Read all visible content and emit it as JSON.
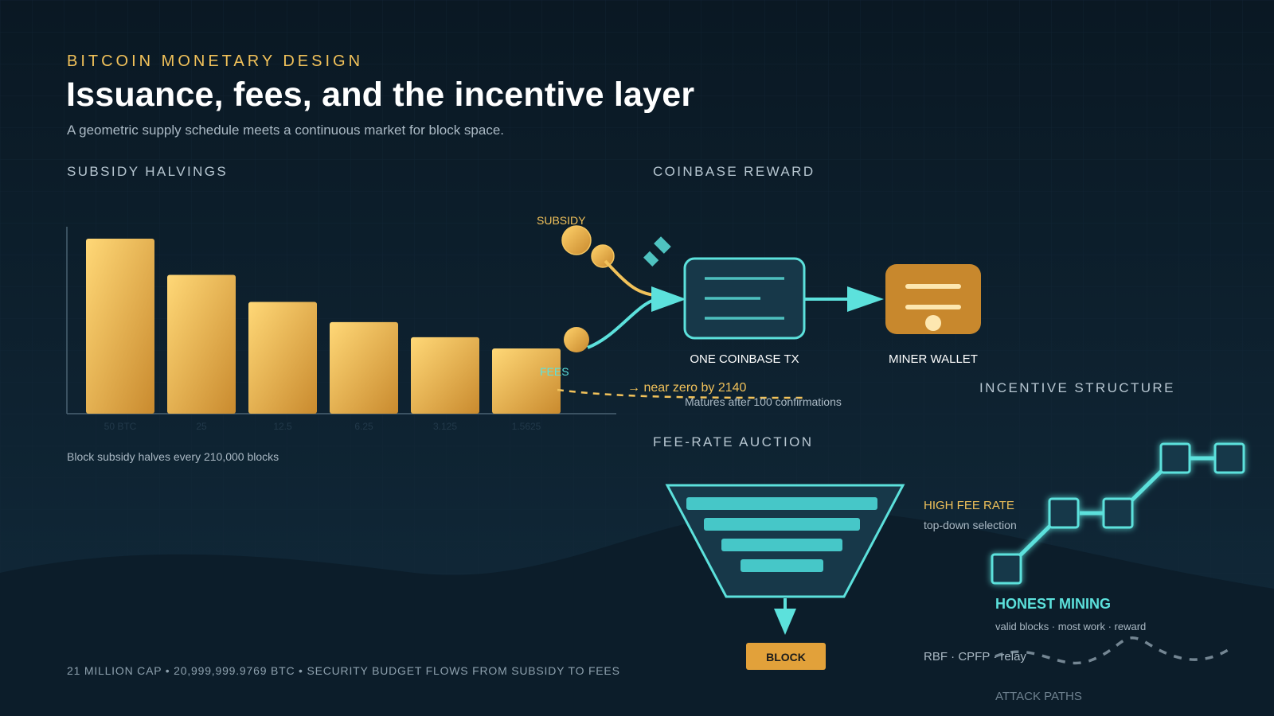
{
  "header": {
    "eyebrow": "BITCOIN MONETARY DESIGN",
    "title": "Issuance, fees, and the incentive layer",
    "subtitle": "A geometric supply schedule meets a continuous market for block space."
  },
  "halvings": {
    "section_title": "SUBSIDY HALVINGS",
    "note": "Block subsidy halves every 210,000 blocks",
    "chart_data": {
      "type": "bar",
      "categories": [
        "50 BTC",
        "25",
        "12.5",
        "6.25",
        "3.125",
        "1.5625"
      ],
      "values": [
        50,
        25,
        12.5,
        6.25,
        3.125,
        1.5625
      ],
      "title": "",
      "xlabel": "",
      "ylabel": ""
    },
    "trend_label": "→ near zero by 2140"
  },
  "coinbase": {
    "section_title": "COINBASE REWARD",
    "subsidy_label": "SUBSIDY",
    "fees_label": "FEES",
    "tx_label": "ONE COINBASE TX",
    "wallet_label": "MINER WALLET",
    "maturity_note": "Matures after 100 confirmations"
  },
  "auction": {
    "section_title": "FEE-RATE AUCTION",
    "high_fee_label": "HIGH FEE RATE",
    "selection_note": "top-down selection",
    "block_label": "BLOCK",
    "policy_note": "RBF · CPFP · relay"
  },
  "incentives": {
    "section_title": "INCENTIVE STRUCTURE",
    "honest_label": "HONEST MINING",
    "honest_note": "valid blocks · most work · reward",
    "attack_label": "ATTACK PATHS"
  },
  "footer": {
    "text": "21 MILLION CAP • 20,999,999.9769 BTC • SECURITY BUDGET FLOWS FROM SUBSIDY TO FEES"
  },
  "colors": {
    "gold": "#f2c25a",
    "teal": "#5ce1dc",
    "background": "#0b1a26"
  }
}
